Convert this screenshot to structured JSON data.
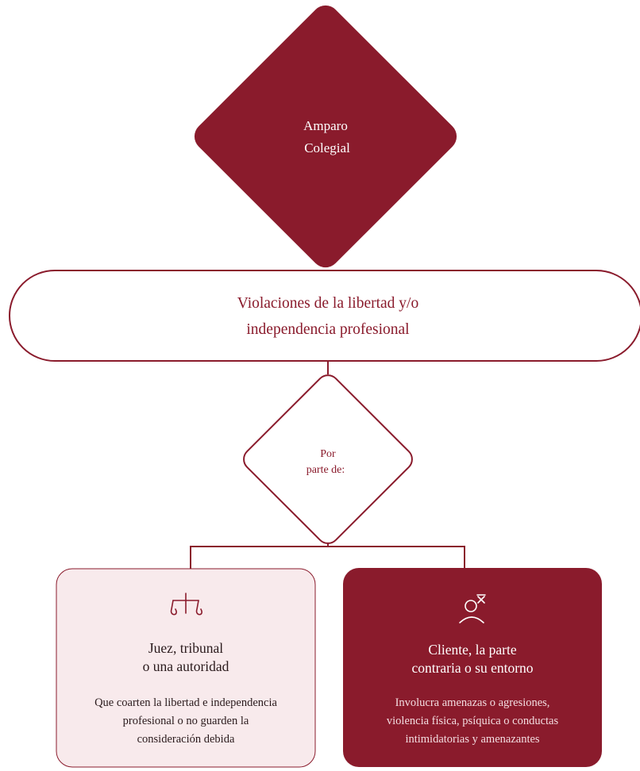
{
  "colors": {
    "brand": "#8a1b2c",
    "light_fill": "#f8eaec",
    "white": "#ffffff"
  },
  "top_node": {
    "line1": "Amparo",
    "line2": "Colegial"
  },
  "violations_node": {
    "line1": "Violaciones de la libertad y/o",
    "line2": "independencia profesional"
  },
  "decision_node": {
    "line1": "Por",
    "line2": "parte de:"
  },
  "left_card": {
    "icon": "scales-icon",
    "title_line1": "Juez, tribunal",
    "title_line2": "o una autoridad",
    "desc_line1": "Que coarten la libertad e independencia",
    "desc_line2": "profesional o no guarden la",
    "desc_line3": "consideración debida"
  },
  "right_card": {
    "icon": "person-threat-icon",
    "title_line1": "Cliente, la parte",
    "title_line2": "contraria o su entorno",
    "desc_line1": "Involucra amenazas o agresiones,",
    "desc_line2": "violencia física, psíquica o conductas",
    "desc_line3": "intimidatorias y amenazantes"
  }
}
